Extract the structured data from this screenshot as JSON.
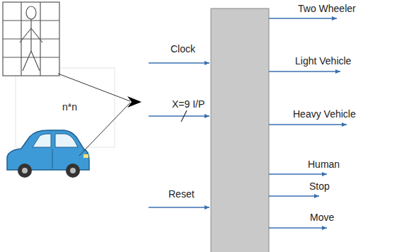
{
  "diagram": {
    "labels": [
      "n*n",
      "Clock",
      "X=9 I/P",
      "Reset",
      "Two Wheeler",
      "Light Vehicle",
      "Heavy Vehicle",
      "Human",
      "Stop",
      "Move"
    ]
  }
}
